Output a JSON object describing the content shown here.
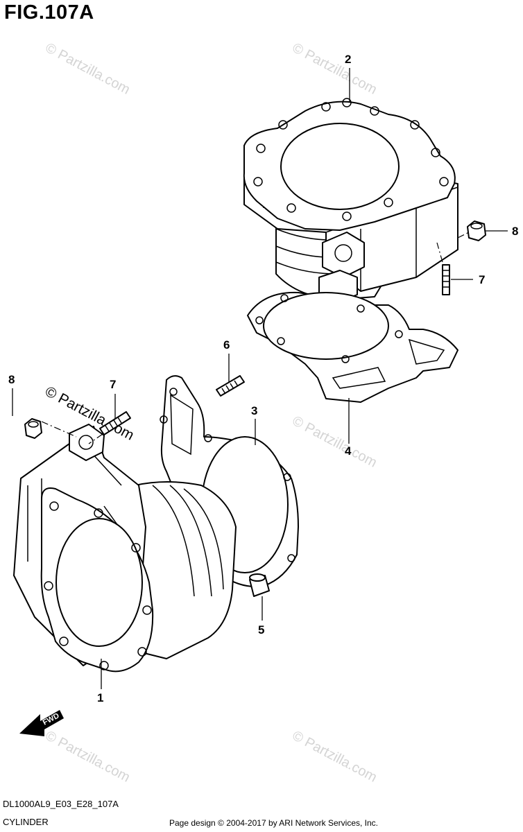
{
  "figure": {
    "title": "FIG.107A",
    "model_code": "DL1000AL9_E03_E28_107A",
    "part_group": "CYLINDER",
    "credit": "Page design © 2004-2017 by ARI Network Services, Inc."
  },
  "watermark": {
    "text": "© Partzilla.com",
    "prominent_text": "© Partzilla.com"
  },
  "direction_arrow": {
    "label": "FWD"
  },
  "callouts": [
    {
      "ref": "1",
      "label": "1"
    },
    {
      "ref": "2",
      "label": "2"
    },
    {
      "ref": "3",
      "label": "3"
    },
    {
      "ref": "4",
      "label": "4"
    },
    {
      "ref": "5",
      "label": "5"
    },
    {
      "ref": "6",
      "label": "6"
    },
    {
      "ref": "7a",
      "label": "7"
    },
    {
      "ref": "7b",
      "label": "7"
    },
    {
      "ref": "8a",
      "label": "8"
    },
    {
      "ref": "8b",
      "label": "8"
    }
  ]
}
